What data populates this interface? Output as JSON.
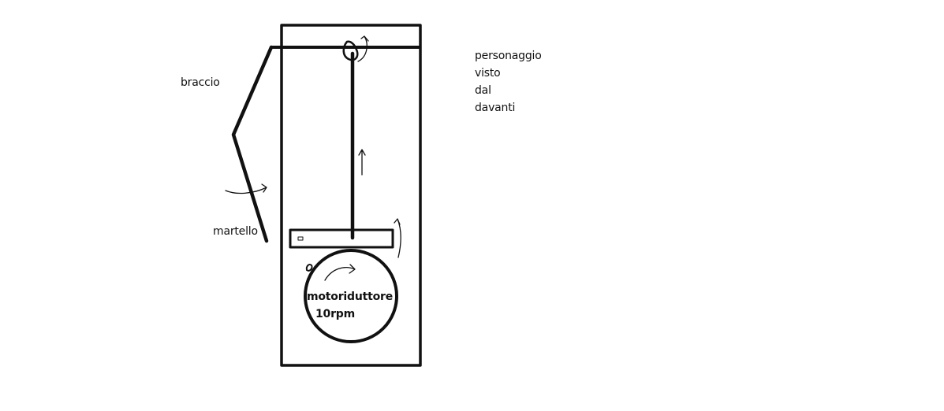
{
  "labels": {
    "braccio": "braccio",
    "martello": "martello",
    "motor_line1": "motoriduttore",
    "motor_line2": "10rpm",
    "note_line1": "personaggio",
    "note_line2": "visto",
    "note_line3": "dal",
    "note_line4": "davanti"
  },
  "colors": {
    "ink": "#111111",
    "background": "#ffffff"
  }
}
